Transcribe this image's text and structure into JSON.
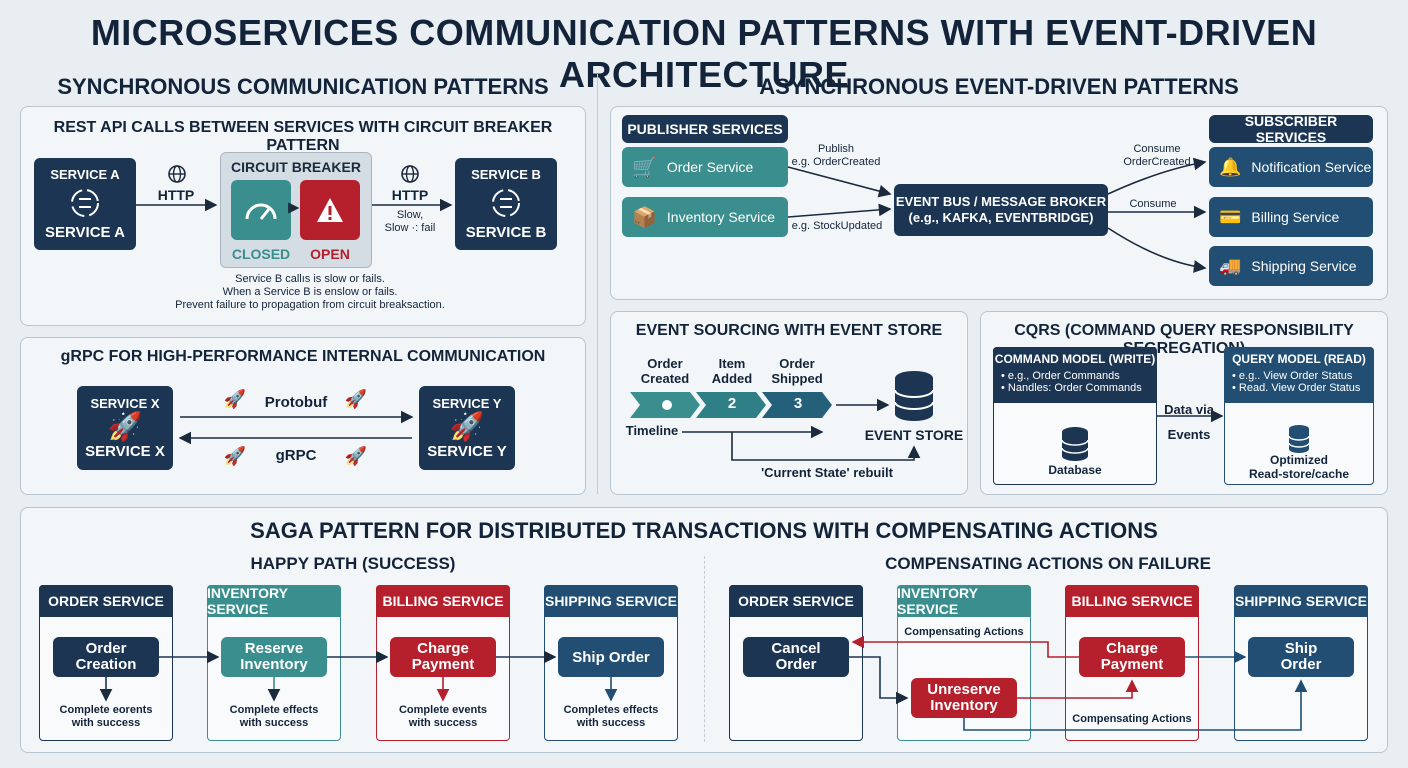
{
  "title": "MICROSERVICES COMMUNICATION PATTERNS WITH EVENT-DRIVEN ARCHITECTURE",
  "sync": {
    "title": "SYNCHRONOUS COMMUNICATION PATTERNS",
    "rest": {
      "title": "REST API CALLS BETWEEN SERVICES WITH CIRCUIT BREAKER PATTERN",
      "service_a_top": "SERVICE A",
      "service_a_bottom": "SERVICE A",
      "http_left": "HTTP",
      "http_right": "HTTP",
      "cb_title": "CIRCUIT BREAKER",
      "closed": "CLOSED",
      "open": "OPEN",
      "slow_fail": "Slow,\nSlow ·: fail",
      "service_b_top": "SERVICE B",
      "service_b_bottom": "SERVICE B",
      "note1": "Service B callıs is slow or fails.",
      "note2": "When a Service B is enslow or fails.",
      "note3": "Prevent failure to propagation from circuit breaksaction."
    },
    "grpc": {
      "title": "gRPC FOR HIGH-PERFORMANCE INTERNAL COMMUNICATION",
      "service_x_top": "SERVICE X",
      "service_x_bottom": "SERVICE X",
      "service_y_top": "SERVICE Y",
      "service_y_bottom": "SERVICE Y",
      "protobuf": "Protobuf",
      "grpc": "gRPC"
    }
  },
  "async": {
    "title": "ASYNCHRONOUS EVENT-DRIVEN PATTERNS",
    "publishers_title": "PUBLISHER SERVICES",
    "order_service": "Order Service",
    "inventory_service": "Inventory Service",
    "publish_label": "Publish\ne.g. OrderCreated",
    "stock_label": "e.g. StockUpdated",
    "bus": "EVENT BUS / MESSAGE BROKER\n(e.g., KAFKA, EVENTBRIDGE)",
    "consume1": "Consume\nOrderCreated",
    "consume2": "Consume",
    "subscribers_title": "SUBSCRIBER SERVICES",
    "notification": "Notification Service",
    "billing": "Billing Service",
    "shipping": "Shipping Service"
  },
  "event_sourcing": {
    "title": "EVENT SOURCING WITH EVENT STORE",
    "e1": "Order\nCreated",
    "e2": "Item\nAdded",
    "e3": "Order\nShipped",
    "n2": "2",
    "n3": "3",
    "timeline": "Timeline",
    "store": "EVENT STORE",
    "rebuilt": "'Current State' rebuilt"
  },
  "cqrs": {
    "title": "CQRS (COMMAND QUERY RESPONSIBILITY SEGREGATION)",
    "cmd_title": "COMMAND MODEL (WRITE)",
    "cmd_l1": "• e.g., Order Commands",
    "cmd_l2": "• Nandles: Order Commands",
    "data_via": "Data via\nEvents",
    "q_title": "QUERY MODEL (READ)",
    "q_l1": "• e.g.. View Order Status",
    "q_l2": "• Read. View Order Status",
    "database": "Database",
    "optimized": "Optimized\nRead-store/cache"
  },
  "saga": {
    "title": "SAGA PATTERN FOR DISTRIBUTED TRANSACTIONS WITH COMPENSATING ACTIONS",
    "happy_title": "HAPPY PATH (SUCCESS)",
    "comp_title": "COMPENSATING ACTIONS ON FAILURE",
    "h_cols": [
      "ORDER SERVICE",
      "INVENTORY SERVICE",
      "BILLING SERVICE",
      "SHIPPING SERVICE"
    ],
    "h_nodes": [
      "Order\nCreation",
      "Reserve\nInventory",
      "Charge\nPayment",
      "Ship Order"
    ],
    "h_notes": [
      "Complete eorents\nwith success",
      "Complete effects\nwith success",
      "Complete events\nwith success",
      "Completes effects\nwith success"
    ],
    "c_cols": [
      "ORDER SERVICE",
      "INVENTORY SERVICE",
      "BILLING SERVICE",
      "SHIPPING SERVICE"
    ],
    "c_cancel": "Cancel\nOrder",
    "c_unreserve": "Unreserve\nInventory",
    "c_charge": "Charge\nPayment",
    "c_ship": "Ship\nOrder",
    "comp_top": "Compensating Actions",
    "comp_bottom": "Compensating Actions"
  },
  "colors": {
    "navy": "#1c3553",
    "teal": "#3b8e8e",
    "red": "#b61f2c",
    "blue": "#214e72"
  }
}
